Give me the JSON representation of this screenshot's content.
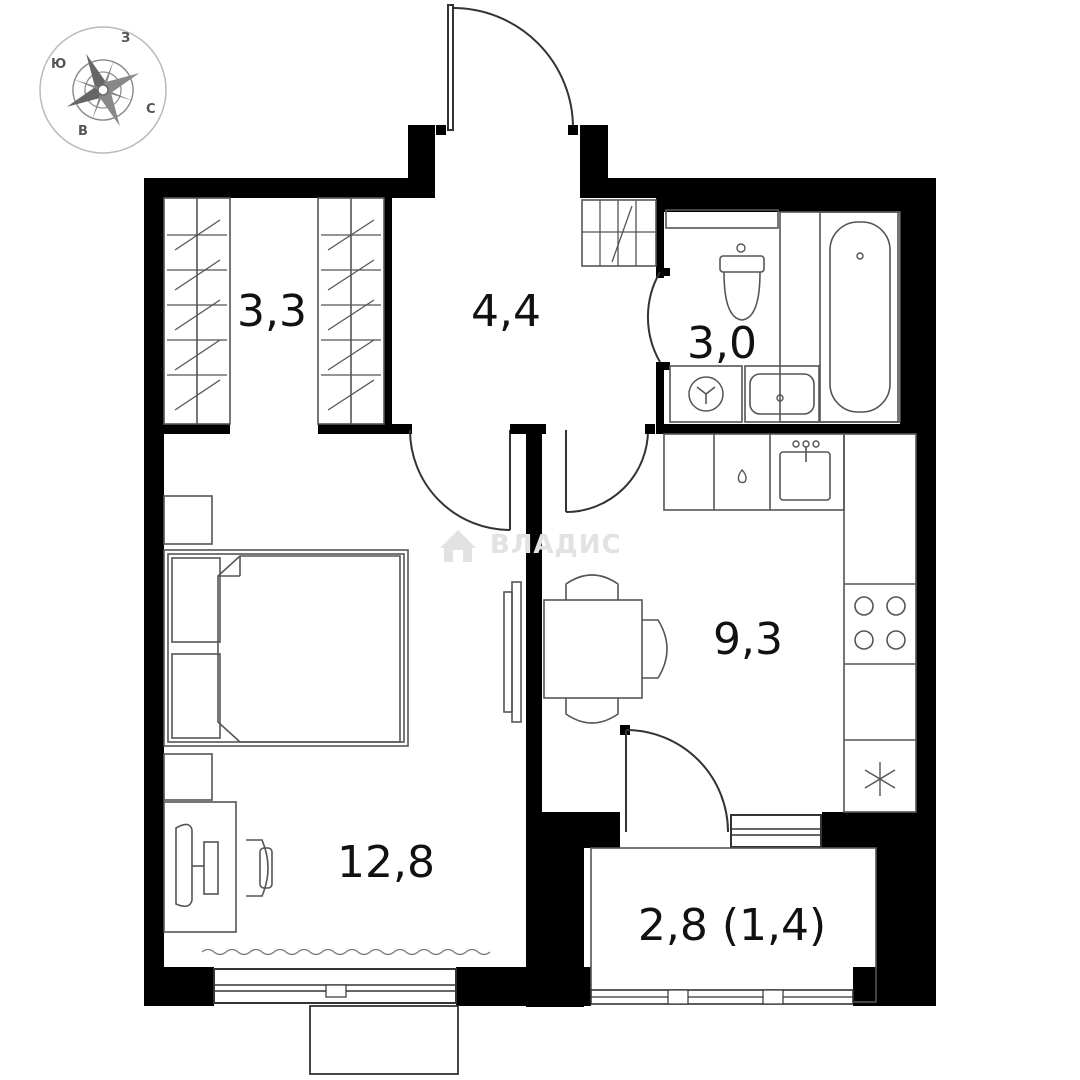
{
  "rooms": {
    "wardrobe": "3,3",
    "hall": "4,4",
    "bathroom": "3,0",
    "kitchen": "9,3",
    "bedroom": "12,8",
    "balcony": "2,8 (1,4)"
  },
  "compass": {
    "north": "С",
    "south": "Ю",
    "east": "В",
    "west": "З"
  },
  "watermark": "ВЛАДИС",
  "icons": [
    "compass-rose-icon",
    "house-logo-icon",
    "snowflake-icon"
  ],
  "colors": {
    "wall": "#000000",
    "furniture": "#555555",
    "background": "#ffffff"
  }
}
